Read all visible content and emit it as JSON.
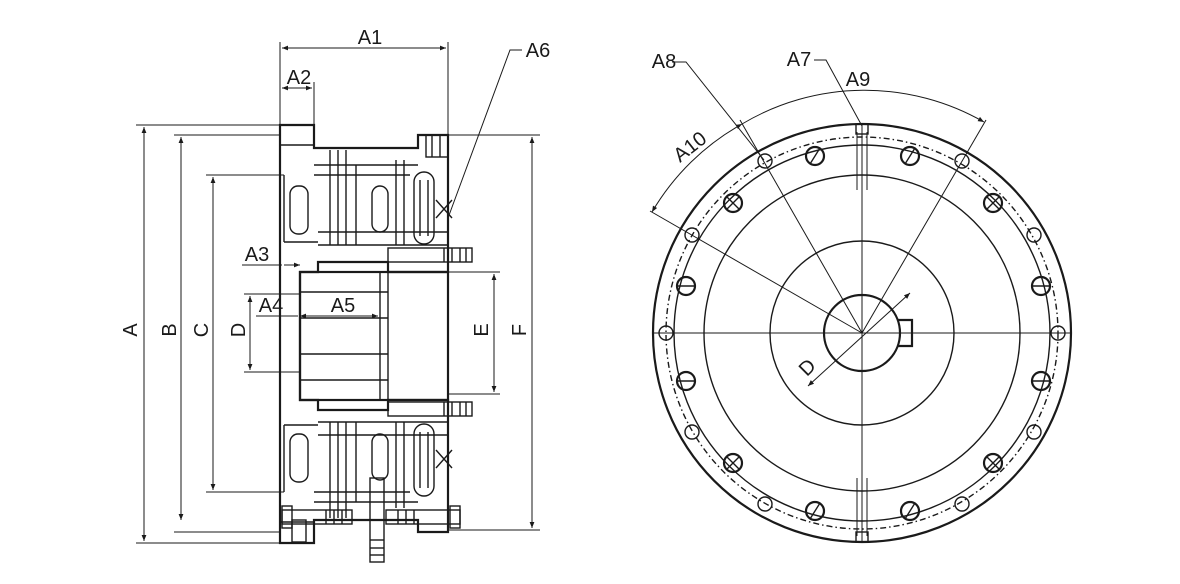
{
  "labels": {
    "A": "A",
    "B": "B",
    "C": "C",
    "D": "D",
    "E": "E",
    "F": "F",
    "A1": "A1",
    "A2": "A2",
    "A3": "A3",
    "A4": "A4",
    "A5": "A5",
    "A6": "A6",
    "A7": "A7",
    "A8": "A8",
    "A9": "A9",
    "A10": "A10",
    "D_front": "D"
  }
}
